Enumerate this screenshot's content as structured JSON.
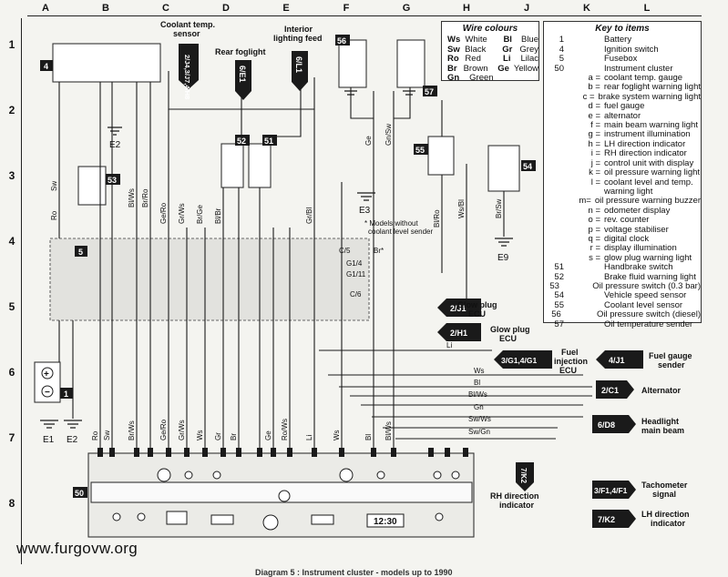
{
  "grid": {
    "columns": [
      "A",
      "B",
      "C",
      "D",
      "E",
      "F",
      "G",
      "H",
      "J",
      "K",
      "L"
    ],
    "rows": [
      "1",
      "2",
      "3",
      "4",
      "5",
      "6",
      "7",
      "8"
    ]
  },
  "wire_colours": {
    "title": "Wire colours",
    "items": [
      {
        "abbr": "Ws",
        "name": "White",
        "abbr2": "Bl",
        "name2": "Blue"
      },
      {
        "abbr": "Sw",
        "name": "Black",
        "abbr2": "Gr",
        "name2": "Grey"
      },
      {
        "abbr": "Ro",
        "name": "Red",
        "abbr2": "Li",
        "name2": "Lilac"
      },
      {
        "abbr": "Br",
        "name": "Brown",
        "abbr2": "Ge",
        "name2": "Yellow"
      },
      {
        "abbr": "Gn",
        "name": "Green",
        "abbr2": "",
        "name2": ""
      }
    ]
  },
  "key": {
    "title": "Key to items",
    "items": [
      {
        "num": "1",
        "sub": "",
        "text": "Battery"
      },
      {
        "num": "4",
        "sub": "",
        "text": "Ignition switch"
      },
      {
        "num": "5",
        "sub": "",
        "text": "Fusebox"
      },
      {
        "num": "50",
        "sub": "",
        "text": "Instrument cluster"
      },
      {
        "num": "",
        "sub": "a =",
        "text": "coolant temp. gauge"
      },
      {
        "num": "",
        "sub": "b =",
        "text": "rear foglight warning light"
      },
      {
        "num": "",
        "sub": "c =",
        "text": "brake system warning light"
      },
      {
        "num": "",
        "sub": "d =",
        "text": "fuel gauge"
      },
      {
        "num": "",
        "sub": "e =",
        "text": "alternator"
      },
      {
        "num": "",
        "sub": "f =",
        "text": "main beam warning light"
      },
      {
        "num": "",
        "sub": "g =",
        "text": "instrument illumination"
      },
      {
        "num": "",
        "sub": "h =",
        "text": "LH direction indicator"
      },
      {
        "num": "",
        "sub": "i =",
        "text": "RH direction indicator"
      },
      {
        "num": "",
        "sub": "j =",
        "text": "control unit with display"
      },
      {
        "num": "",
        "sub": "k =",
        "text": "oil pressure warning light"
      },
      {
        "num": "",
        "sub": "l =",
        "text": "coolant level and temp."
      },
      {
        "num": "",
        "sub": "",
        "text": "warning light"
      },
      {
        "num": "",
        "sub": "m=",
        "text": "oil pressure warning buzzer"
      },
      {
        "num": "",
        "sub": "n =",
        "text": "odometer display"
      },
      {
        "num": "",
        "sub": "o =",
        "text": "rev. counter"
      },
      {
        "num": "",
        "sub": "p =",
        "text": "voltage stabiliser"
      },
      {
        "num": "",
        "sub": "q =",
        "text": "digital clock"
      },
      {
        "num": "",
        "sub": "r =",
        "text": "display illumination"
      },
      {
        "num": "",
        "sub": "s =",
        "text": "glow plug warning light"
      },
      {
        "num": "51",
        "sub": "",
        "text": "Handbrake switch"
      },
      {
        "num": "52",
        "sub": "",
        "text": "Brake fluid warning light"
      },
      {
        "num": "53",
        "sub": "",
        "text": "Oil pressure switch (0.3 bar)"
      },
      {
        "num": "54",
        "sub": "",
        "text": "Vehicle speed sensor"
      },
      {
        "num": "55",
        "sub": "",
        "text": "Coolant level sensor"
      },
      {
        "num": "56",
        "sub": "",
        "text": "Oil pressure switch (diesel)"
      },
      {
        "num": "57",
        "sub": "",
        "text": "Oil temperature sender"
      }
    ]
  },
  "labels": {
    "coolant_sensor": "Coolant temp.\nsensor",
    "rear_foglight": "Rear foglight",
    "interior_feed": "Interior\nlighting feed",
    "fuel_ecu": "Fuel\ninjection\nECU",
    "fuel_sender": "Fuel gauge\nsender",
    "alternator": "Alternator",
    "headlight": "Headlight\nmain beam",
    "tacho": "Tachometer\nsignal",
    "lh_dir": "LH direction\nindicator",
    "rh_dir": "RH direction\nindicator",
    "glow1": "Glow plug\nECU",
    "glow2": "Glow plug\nECU",
    "models_note": "* Models without\ncoolant level sender",
    "e1": "E1",
    "e2": "E2",
    "e2b": "E2",
    "e3": "E3",
    "e9": "E9",
    "clock": "12:30"
  },
  "refs": {
    "coolant": "2/J4,3/J7,4/H8",
    "rear_fog": "6/E1",
    "interior": "6/L1",
    "fuel_ecu": "3/G1,4/G1",
    "fuel_sender": "4/J1",
    "alternator": "2/C1",
    "headlight": "6/D8",
    "tacho": "3/F1,4/F1",
    "lh_dir": "7/K2",
    "rh_dir": "7/K2",
    "glow1": "2/J1",
    "glow2": "2/H1"
  },
  "components": {
    "c1": "1",
    "c4": "4",
    "c5": "5",
    "c50": "50",
    "c51": "51",
    "c52": "52",
    "c53": "53",
    "c54": "54",
    "c55": "55",
    "c56": "56",
    "c57": "57"
  },
  "watermark": "www.furgovw.org",
  "caption": "Diagram 5 : Instrument cluster - models up to 1990"
}
